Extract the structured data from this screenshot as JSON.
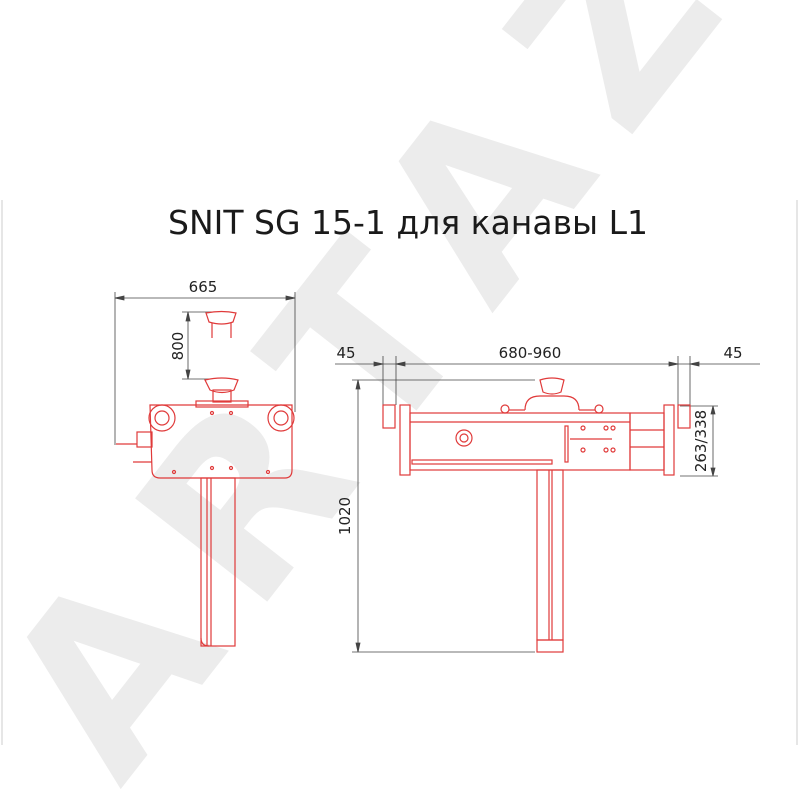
{
  "title": "SNIT SG 15-1 для канавы L1",
  "watermark": "ARTAZ",
  "colors": {
    "drawing": "#e03a3a",
    "dimension": "#444444",
    "watermark": "#ececec"
  },
  "side_view": {
    "width_dim": "665",
    "lift_dim": "800"
  },
  "front_view": {
    "left_offset_dim": "45",
    "width_range_dim": "680-960",
    "right_offset_dim": "45",
    "height_dim": "1020",
    "pad_height_dim": "263/338"
  }
}
